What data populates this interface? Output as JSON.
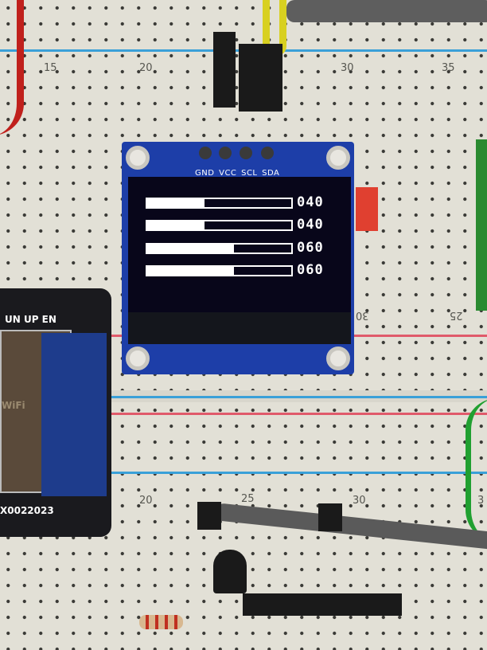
{
  "breadboard": {
    "top_numbers": [
      "15",
      "20",
      "30",
      "35"
    ],
    "bottom_numbers": [
      "20",
      "25",
      "30",
      "3"
    ],
    "middle_numbers": [
      "30",
      "25"
    ]
  },
  "oled": {
    "pin_labels": "GND VCC SCL SDA",
    "bars": [
      {
        "value_text": "040",
        "fill_percent": 40
      },
      {
        "value_text": "040",
        "fill_percent": 40
      },
      {
        "value_text": "060",
        "fill_percent": 60
      },
      {
        "value_text": "060",
        "fill_percent": 60
      }
    ]
  },
  "esp32": {
    "top_labels": "UN UP EN",
    "bottom_labels": "X0022023",
    "wifi_logo": "WiFi"
  },
  "colors": {
    "pcb": "#1d3ea8",
    "oled_bg": "#08061a",
    "rail_red": "#e05a6a",
    "rail_blue": "#3aa0d8"
  }
}
